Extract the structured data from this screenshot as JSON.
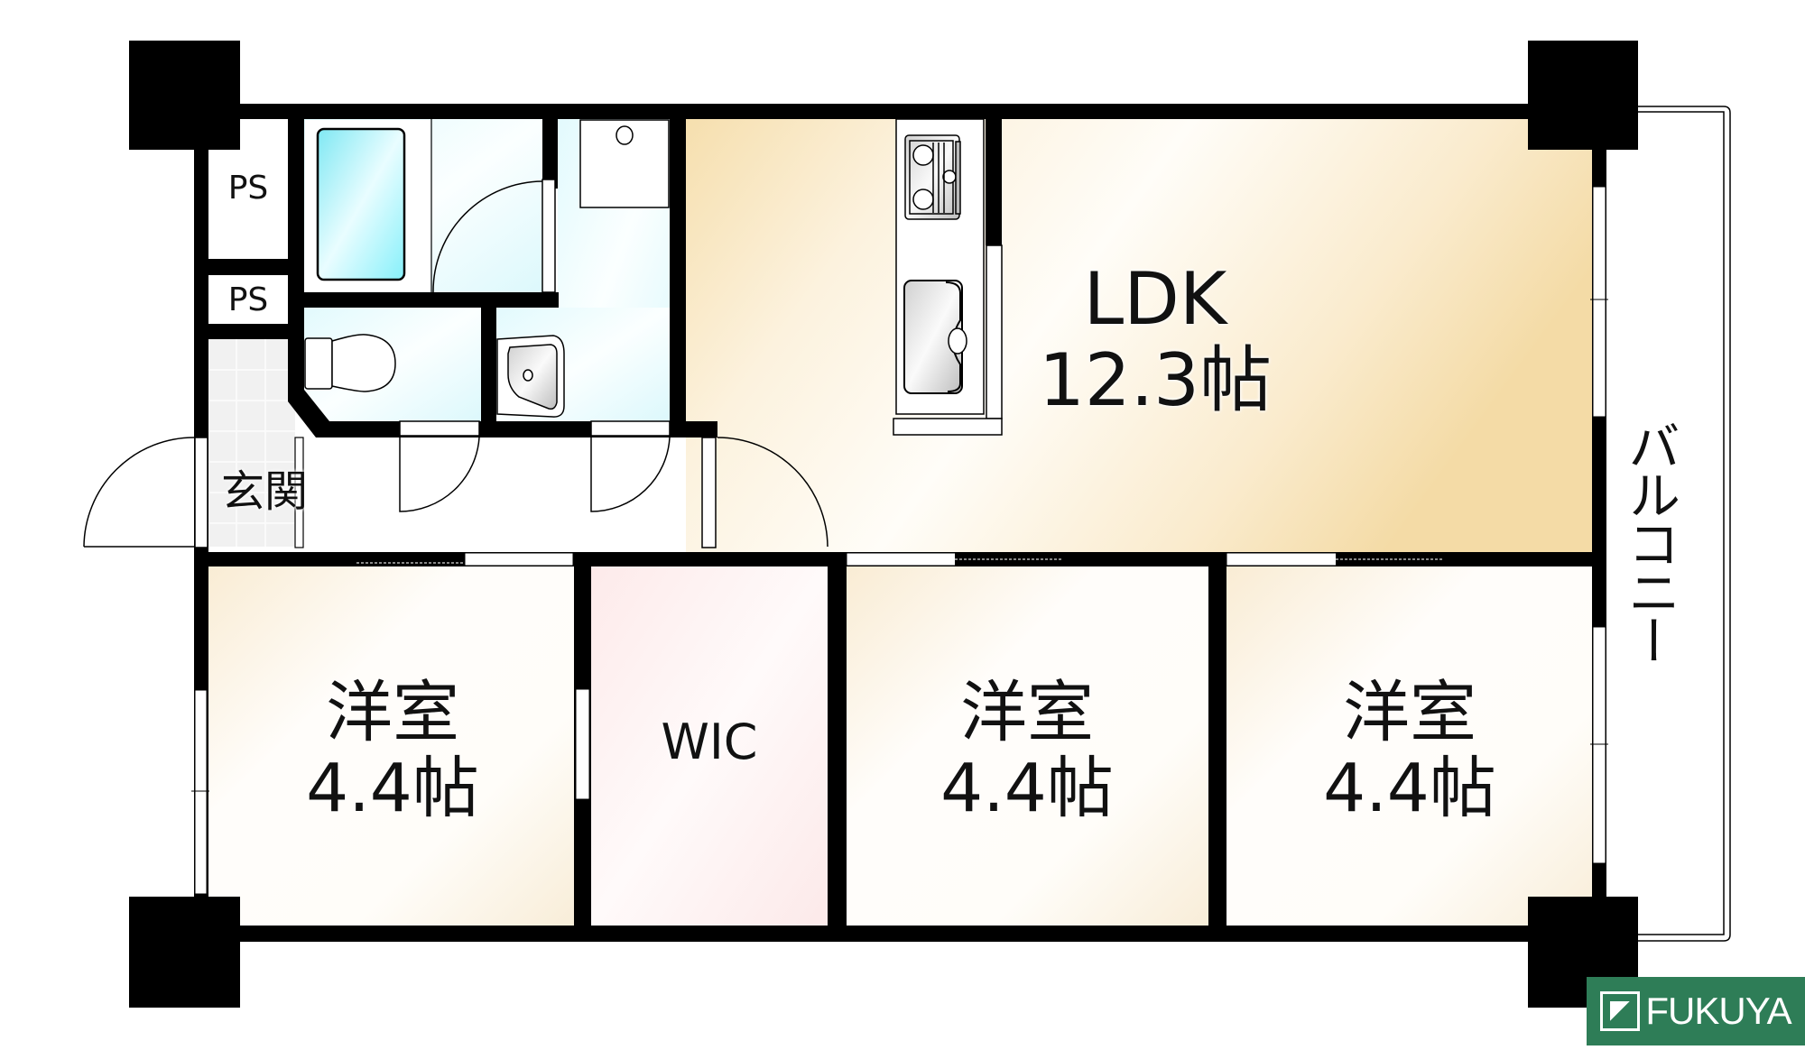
{
  "floorplan": {
    "rooms": {
      "ldk": {
        "name": "LDK",
        "size": "12.3帖"
      },
      "bedroom_1": {
        "name": "洋室",
        "size": "4.4帖"
      },
      "wic": {
        "name": "WIC"
      },
      "bedroom_2": {
        "name": "洋室",
        "size": "4.4帖"
      },
      "bedroom_3": {
        "name": "洋室",
        "size": "4.4帖"
      },
      "ps_upper": {
        "name": "PS"
      },
      "ps_lower": {
        "name": "PS"
      },
      "entrance": {
        "name": "玄関"
      },
      "balcony": {
        "name": "バルコニー"
      }
    },
    "fixtures": [
      "bathtub-icon",
      "washing-machine-pan-icon",
      "toilet-icon",
      "washbasin-icon",
      "gas-stove-icon",
      "kitchen-sink-icon"
    ],
    "colors": {
      "wall": "#000000",
      "ldk_fill": "#f5deb0",
      "bedroom_fill": "#fbf3e3",
      "wic_fill": "#fdeeee",
      "wet_area_fill": "#e6fbfd",
      "bathtub_fill": "#8ff0f8",
      "entrance_fill": "#efefef",
      "logo_bg": "#2e7d57"
    }
  },
  "logo": {
    "text": "FUKUYA"
  }
}
